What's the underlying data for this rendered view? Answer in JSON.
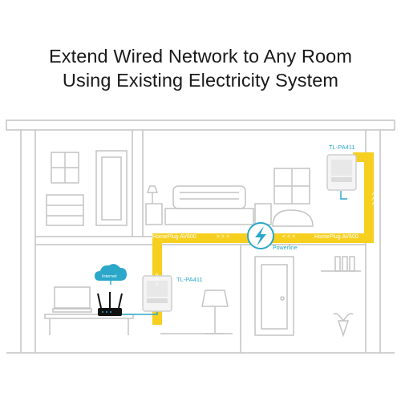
{
  "title": {
    "line1": "Extend Wired Network to Any Room",
    "line2": "Using Existing Electricity System"
  },
  "labels": {
    "device_top": "TL-PA411",
    "device_bottom": "TL-PA411",
    "homeplug_left": "HomePlug AV600",
    "homeplug_right": "HomePlug AV600",
    "powerline": "Powerline",
    "internet": "Internet",
    "arrows_right": "> > >",
    "arrows_left": "< < <",
    "arrows_up": "< < <",
    "arrows_down": "< < <"
  },
  "colors": {
    "powerline_yellow": "#f6cf1f",
    "accent_blue": "#2aa7c9",
    "house_line": "#c4c4c4",
    "text_dark": "#1a1a1a"
  },
  "icons": {
    "bolt": "lightning-bolt-icon",
    "cloud": "cloud-icon",
    "router": "router-icon"
  }
}
